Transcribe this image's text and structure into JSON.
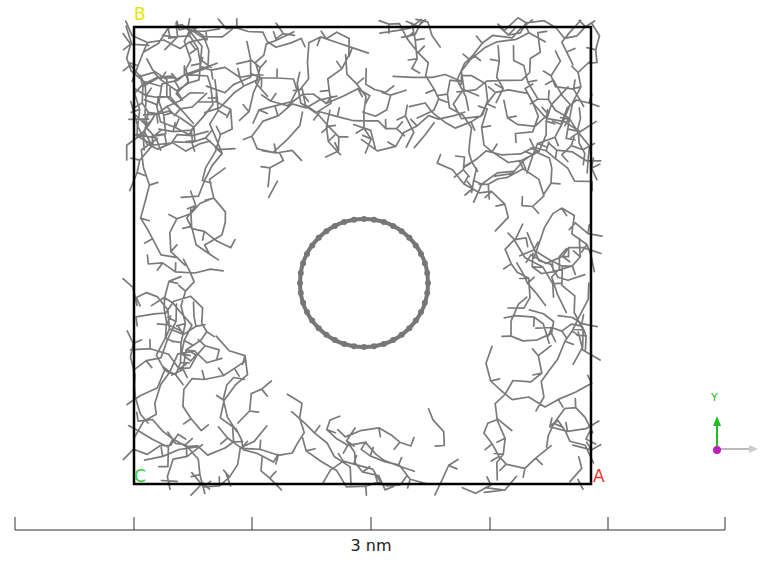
{
  "diagram": {
    "labels": [
      "B",
      "C",
      "A",
      "3 nm",
      "Y"
    ]
  }
}
